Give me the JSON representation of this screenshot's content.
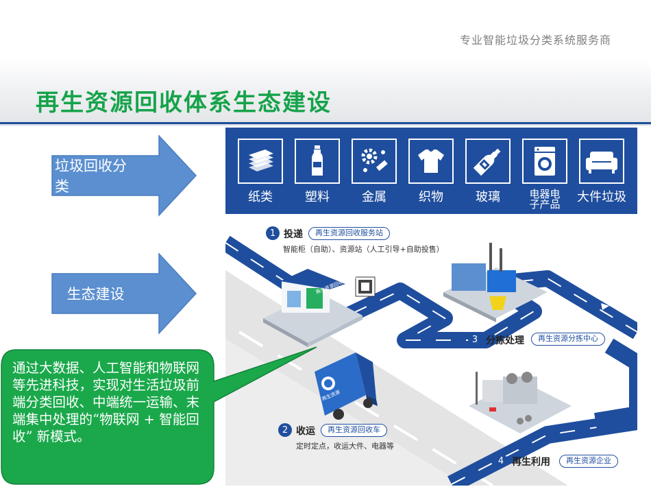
{
  "header": {
    "tagline": "专业智能垃圾分类系统服务商",
    "title": "再生资源回收体系生态建设"
  },
  "arrows": [
    {
      "label": "垃圾回收分类"
    },
    {
      "label": "生态建设"
    }
  ],
  "categories": [
    {
      "label": "纸类",
      "icon": "paper-stack-icon"
    },
    {
      "label": "塑料",
      "icon": "plastic-bottle-icon"
    },
    {
      "label": "金属",
      "icon": "metal-parts-icon"
    },
    {
      "label": "织物",
      "icon": "clothing-icon"
    },
    {
      "label": "玻璃",
      "icon": "glass-bottle-icon"
    },
    {
      "label_line1": "电器电",
      "label_line2": "子产品",
      "icon": "washing-machine-icon"
    },
    {
      "label": "大件垃圾",
      "icon": "sofa-icon"
    }
  ],
  "flow": {
    "step1": {
      "num": "1",
      "title": "投递",
      "tag": "再生资源回收服务站",
      "desc": "智能柜（自助）、资源站（人工引导+自助投售）",
      "store_sign": "再生资源回收服务站"
    },
    "step2": {
      "num": "2",
      "title": "收运",
      "tag": "再生资源回收车",
      "desc": "定时定点，收运大件、电器等",
      "truck_label": "再生资源"
    },
    "step3": {
      "num": "3",
      "title": "分拣处理",
      "tag": "再生资源分拣中心"
    },
    "step4": {
      "num": "4",
      "title": "再生利用",
      "tag": "再生资源企业"
    }
  },
  "callout": {
    "text": "通过大数据、人工智能和物联网等先进科技，实现对生活垃圾前端分类回收、中端统一运输、末端集中处理的“物联网 + 智能回收” 新模式。"
  },
  "colors": {
    "title_green": "#16a34a",
    "arrow_blue": "#5b8fd0",
    "panel_blue": "#1f4e9e",
    "callout_green": "#1aa84b",
    "road_gray": "#e6e6e6"
  }
}
